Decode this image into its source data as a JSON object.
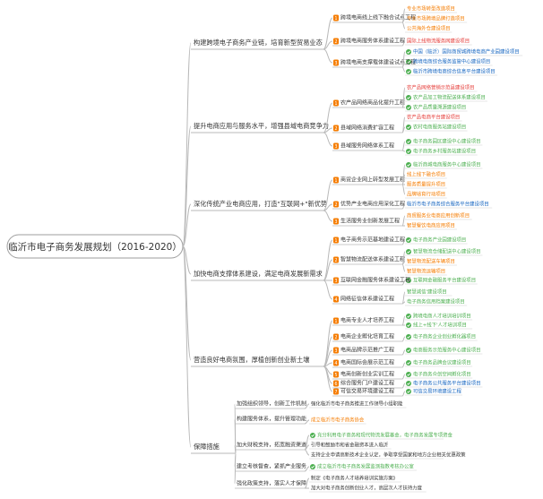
{
  "root": "临沂市电子商务发展规划（2016-2020）",
  "colors": {
    "line": "#b9b9b9",
    "green": "#4caf50",
    "orange": "#f57c00",
    "blue": "#1565c0",
    "red": "#e53935",
    "purple": "#7b3fa0",
    "text": "#333333"
  },
  "branches": [
    {
      "label": "构建跨境电子商务产业链，培育新型贸易业态",
      "nodes": [
        {
          "label": "跨境电商线上线下融合试点工程",
          "badge": "1",
          "children": [
            {
              "text": "专业市场转型改造项目",
              "color": "orange"
            },
            {
              "text": "专业市场跨境品牌打造项目",
              "color": "orange"
            },
            {
              "text": "公共海外仓建设项目",
              "color": "orange"
            }
          ]
        },
        {
          "label": "跨境电商服务体系建设工程",
          "badge": "2",
          "children": [
            {
              "text": "国际上线物流服务网建设项目",
              "color": "red"
            }
          ]
        },
        {
          "label": "跨境电商支撑载体建设试点工程",
          "badge": "3",
          "children": [
            {
              "text": "中国（临沂）国际商贸城跨境电商产业园建设项目",
              "color": "blue",
              "check": true
            },
            {
              "text": "跨境电商综合服务监管中心建设项目",
              "color": "blue",
              "check": true
            },
            {
              "text": "临沂市跨境电商综合信息平台建设项目",
              "color": "blue",
              "check": true
            }
          ]
        }
      ]
    },
    {
      "label": "提升电商应用与服务水平，增强县域电商竞争力",
      "nodes": [
        {
          "label": "农产品网络商品化提升工程",
          "badge": "1",
          "children": [
            {
              "text": "农产品网络营销示范县建设项目",
              "color": "red"
            },
            {
              "text": "农产品加工物流配送体系建设项目",
              "color": "green",
              "check": true
            },
            {
              "text": "农产品质量溯源建设项目",
              "color": "green",
              "check": true
            }
          ]
        },
        {
          "label": "县域网络消费扩容工程",
          "badge": "2",
          "children": [
            {
              "text": "农产品电商平台建设项目",
              "color": "red"
            },
            {
              "text": "农村电商服务站建设项目",
              "color": "green",
              "check": true
            }
          ]
        },
        {
          "label": "县域服务网络体系工程",
          "badge": "3",
          "children": [
            {
              "text": "电子商务园区建设中心建设项目",
              "color": "green",
              "check": true
            },
            {
              "text": "电子商务乡村服务站建设项目",
              "color": "green",
              "check": true
            }
          ]
        }
      ]
    },
    {
      "label": "深化传统产业电商应用，打造\"互联网+\"新优势",
      "nodes": [
        {
          "label": "商贸企业网上转型发展工程",
          "badge": "1",
          "children": [
            {
              "text": "临沂商城电商服务中心建设项目",
              "color": "green",
              "check": true
            },
            {
              "text": "线上线下融合项目",
              "color": "orange"
            },
            {
              "text": "服务质量提升项目",
              "color": "orange"
            },
            {
              "text": "品牌培育行动项目",
              "color": "orange"
            }
          ]
        },
        {
          "label": "优势产业电商应用深化工程",
          "badge": "2",
          "children": [
            {
              "text": "临沂市电子商务综合服务平台建设项目",
              "color": "blue"
            }
          ]
        },
        {
          "label": "生活服务业创新发展工程",
          "badge": "3",
          "children": [
            {
              "text": "商贸服务业电商应用创新项目",
              "color": "orange"
            },
            {
              "text": "智慧餐饮电商应用项目",
              "color": "orange"
            }
          ]
        }
      ]
    },
    {
      "label": "加快电商支撑体系建设，满足电商发展新需求",
      "nodes": [
        {
          "label": "电子商务示范基地建设工程",
          "badge": "1",
          "children": [
            {
              "text": "电子商务产业园建设项目",
              "color": "green",
              "check": true
            }
          ]
        },
        {
          "label": "智慧物流配送体系建设工程",
          "badge": "2",
          "children": [
            {
              "text": "智慧物流仓储配送中心建设项目",
              "color": "green",
              "check": true
            },
            {
              "text": "智慧物流配送车辆项目",
              "color": "orange"
            },
            {
              "text": "智慧物流运输项目",
              "color": "orange"
            }
          ]
        },
        {
          "label": "互联网金融服务体系建设工程",
          "badge": "3",
          "children": [
            {
              "text": "互联网金融服务平台建设项目",
              "color": "green",
              "check": true
            }
          ]
        },
        {
          "label": "网络征信体系建设工程",
          "badge": "4",
          "children": [
            {
              "text": "智慧诚信'建设项目",
              "color": "green"
            },
            {
              "text": "电子商务信用档案建设项目",
              "color": "green"
            }
          ]
        }
      ]
    },
    {
      "label": "营造良好电商氛围，厚植创新创业新土壤",
      "nodes": [
        {
          "label": "电商专业人才培养工程",
          "badge": "1",
          "children": [
            {
              "text": "跨境电商人才培训培训项目",
              "color": "green",
              "check": true
            },
            {
              "text": "线上+线下'人才培训项目",
              "color": "green",
              "check": true
            }
          ]
        },
        {
          "label": "电商企业孵化培育工程",
          "badge": "2",
          "children": [
            {
              "text": "电子商务企业创业孵化器项目",
              "color": "green",
              "check": true
            }
          ]
        },
        {
          "label": "电商品牌示范推广工程",
          "badge": "3",
          "children": [
            {
              "text": "电商服务示范服务中心建设项目",
              "color": "green",
              "check": true
            }
          ]
        },
        {
          "label": "电商国际会展示范工程",
          "badge": "4",
          "children": [
            {
              "text": "电子商务品牌会议建设项目",
              "color": "green",
              "check": true
            }
          ]
        },
        {
          "label": "电商创新创业实训工程",
          "badge": "5",
          "children": [
            {
              "text": "电子商务众创空间孵化项目",
              "color": "green",
              "check": true
            }
          ]
        },
        {
          "label": "综合服务门户建设工程",
          "badge": "6",
          "children": [
            {
              "text": "电子商务公共服务平台建设项目",
              "color": "blue",
              "check": true
            }
          ]
        },
        {
          "label": "可信交易环境建设工程",
          "badge": "7",
          "children": [
            {
              "text": "可信交易环境建设工程",
              "color": "blue",
              "check": true
            }
          ]
        }
      ]
    },
    {
      "label": "保障措施",
      "nodes": [
        {
          "label": "加强组织领导，创新工作机制",
          "children": [
            {
              "text": "强化临沂市电子商务推进工作领导小组职能",
              "color": "text"
            }
          ]
        },
        {
          "label": "构建服务体系，提升管理功能",
          "children": [
            {
              "text": "成立临沂市电子商务协会",
              "color": "orange"
            }
          ]
        },
        {
          "label": "加大财税支持，拓宽融资渠道",
          "children": [
            {
              "text": "充分利用电子商务和现代物流发展基金，电子商务发展专项资金",
              "color": "green",
              "check": true
            },
            {
              "text": "引导和鼓励市和省金融资本进入临沂",
              "color": "text"
            },
            {
              "text": "支持企业申请高新技术企业认定，争取享受国家和地方企业相关优惠政策",
              "color": "text"
            }
          ]
        },
        {
          "label": "建立考核督查，紧抓产业服务",
          "children": [
            {
              "text": "成立临沂市电子商务发展监测指数考核办公室",
              "color": "green",
              "check": true
            }
          ]
        },
        {
          "label": "强化政策支持，落实人才保障",
          "children": [
            {
              "text": "制定《电子商务人才培养培训实施方案》",
              "color": "text"
            },
            {
              "text": "加大对电子商务创新创业人才，高层次人才扶持力度",
              "color": "text"
            }
          ]
        }
      ]
    }
  ]
}
